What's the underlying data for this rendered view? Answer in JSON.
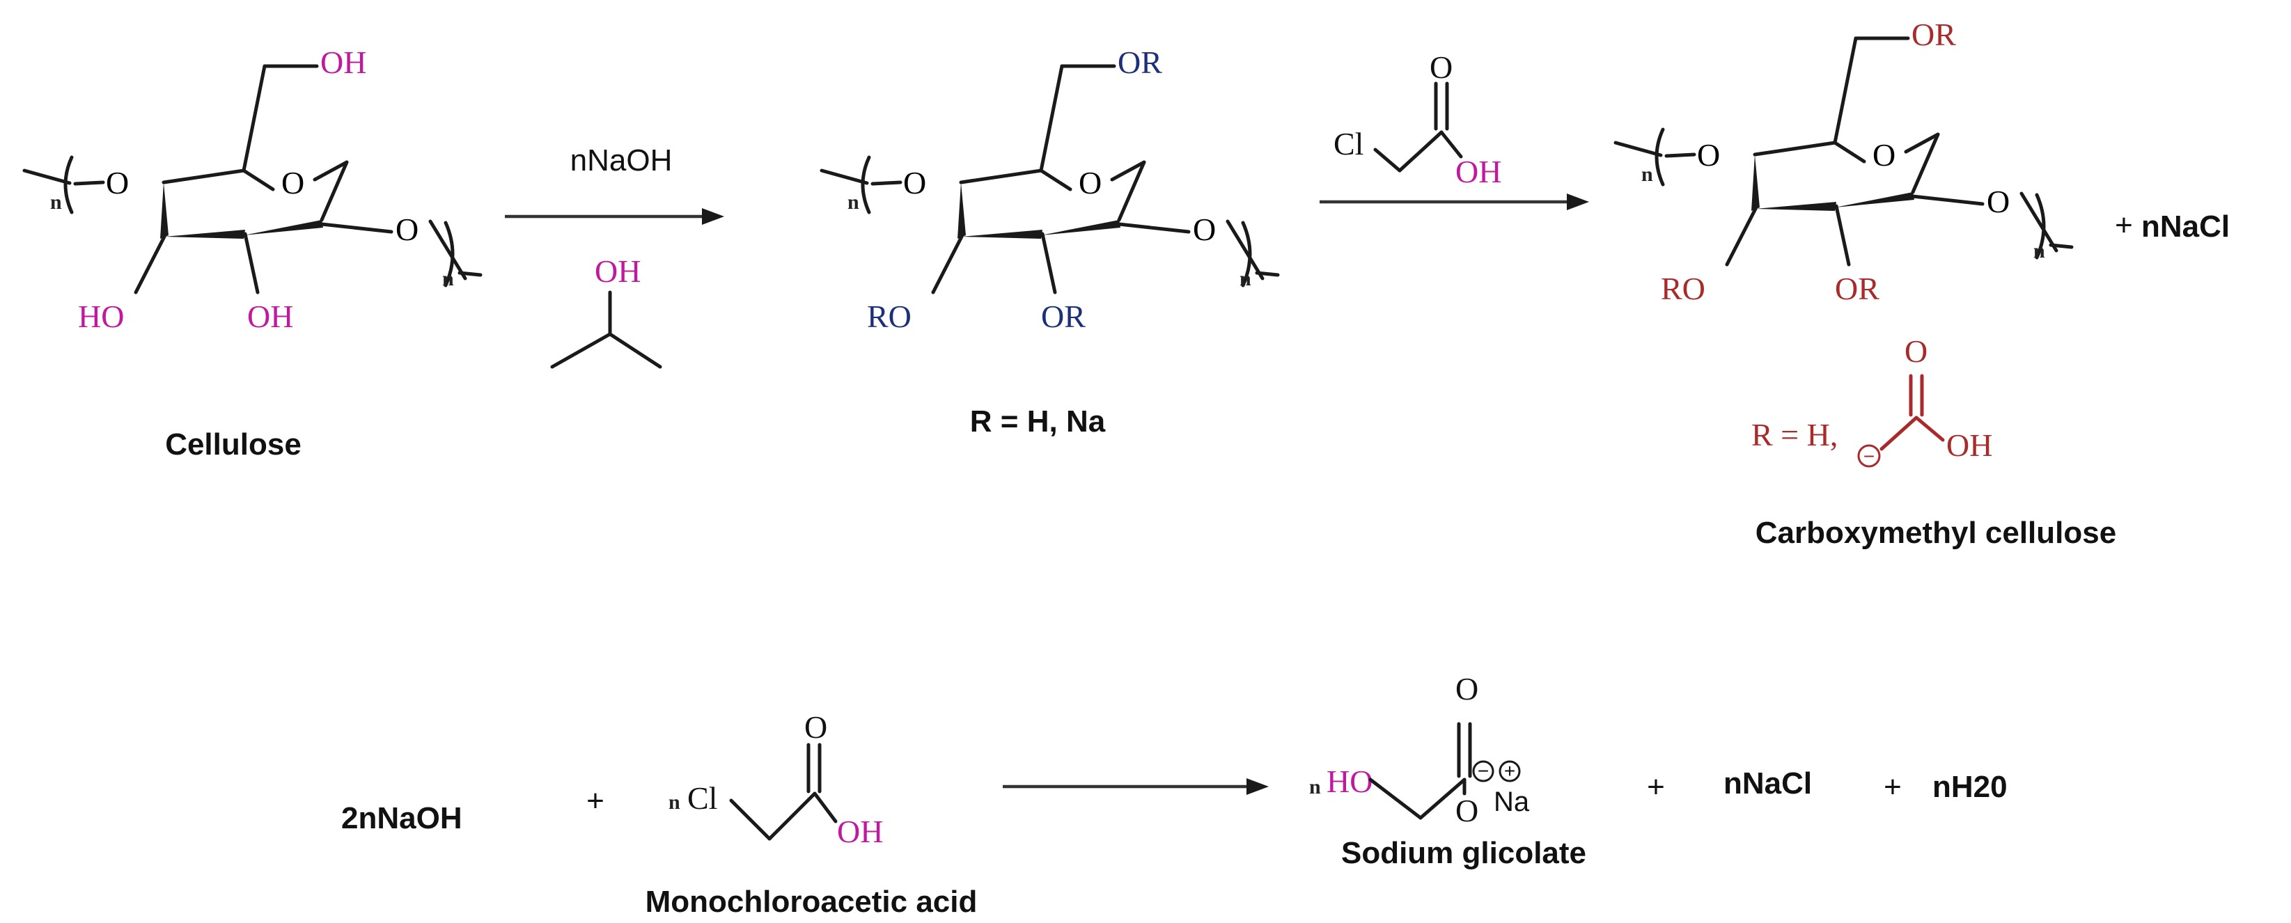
{
  "colors": {
    "magenta": "#c0189f",
    "navy": "#1b2f7a",
    "dark_red": "#a82a2a",
    "black": "#1a1a1a"
  },
  "reaction1": {
    "reactant": {
      "name": "Cellulose",
      "labels": {
        "c6": "OH",
        "ring_o": "O",
        "c4_o": "O",
        "c1_o": "O",
        "c3": "HO",
        "c2": "OH",
        "n_left": "n",
        "n_right": "n"
      }
    },
    "arrow1": {
      "reagent": "nNaOH",
      "solvent_oh": "OH"
    },
    "intermediate": {
      "caption": "R = H, Na",
      "labels": {
        "c6": "OR",
        "ring_o": "O",
        "c4_o": "O",
        "c1_o": "O",
        "c3": "RO",
        "c2": "OR",
        "n_left": "n",
        "n_right": "n"
      }
    },
    "arrow2": {
      "reagent_cl": "Cl",
      "reagent_o": "O",
      "reagent_oh": "OH"
    },
    "product": {
      "name": "Carboxymethyl cellulose",
      "labels": {
        "c6": "OR",
        "ring_o": "O",
        "c4_o": "O",
        "c1_o": "O",
        "c3": "RO",
        "c2": "OR",
        "n_left": "n",
        "n_right": "n"
      },
      "r_def_prefix": "R = H,",
      "r_def_charge": "−",
      "r_def_o": "O",
      "r_def_oh": "OH"
    },
    "plus": "+",
    "byproduct": "nNaCl"
  },
  "reaction2": {
    "reactant1": "2nNaOH",
    "plus1": "+",
    "reactant2": {
      "name": "Monochloroacetic acid",
      "n": "n",
      "cl": "Cl",
      "o": "O",
      "oh": "OH"
    },
    "product": {
      "name": "Sodium glicolate",
      "n": "n",
      "ho": "HO",
      "o_top": "O",
      "o_minus": "O",
      "minus": "−",
      "na": "Na",
      "plus_charge": "+"
    },
    "plus2": "+",
    "byproduct1": "nNaCl",
    "plus3": "+",
    "byproduct2": "nH20"
  }
}
